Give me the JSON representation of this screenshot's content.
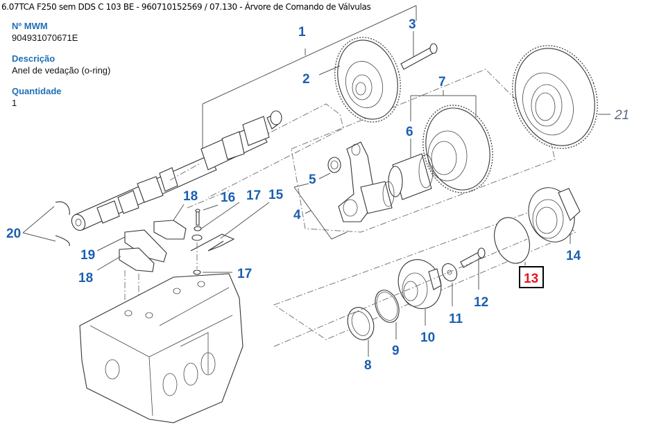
{
  "header": {
    "title": "6.07TCA F250 sem DDS C 103 BE - 960710152569  /  07.130 - Árvore de Comando de Válvulas"
  },
  "part_info": {
    "mwm_label": "Nº MWM",
    "mwm_value": "904931070671E",
    "description_label": "Descrição",
    "description_value": "Anel de vedação (o-ring)",
    "quantity_label": "Quantidade",
    "quantity_value": "1"
  },
  "diagram": {
    "selected_callout": "13",
    "colors": {
      "callout": "#1a5fb0",
      "selected": "#e8141b",
      "label": "#1f6fb5",
      "reference": "#5a6a80"
    },
    "callouts": {
      "c1": "1",
      "c2": "2",
      "c3": "3",
      "c4": "4",
      "c5": "5",
      "c6": "6",
      "c7": "7",
      "c8": "8",
      "c9": "9",
      "c10": "10",
      "c11": "11",
      "c12": "12",
      "c13": "13",
      "c14": "14",
      "c15": "15",
      "c16": "16",
      "c17a": "17",
      "c17b": "17",
      "c18a": "18",
      "c18b": "18",
      "c19": "19",
      "c20": "20",
      "c21": "21"
    }
  }
}
